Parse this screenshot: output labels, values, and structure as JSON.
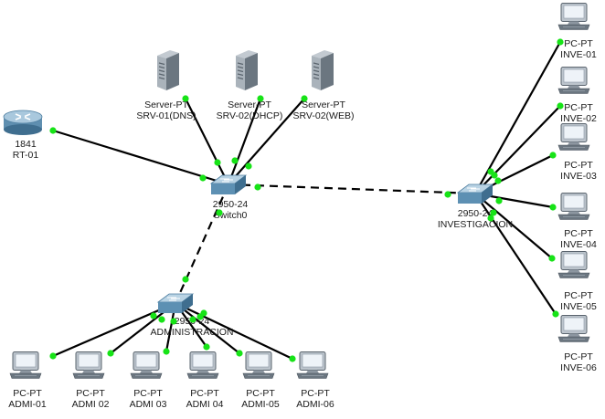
{
  "colors": {
    "link": "#000000",
    "port_up": "#17e317",
    "label": "#1a1a1a",
    "background": "#ffffff"
  },
  "nodes": {
    "rt01": {
      "icon": "router-icon",
      "model": "1841",
      "name": "RT-01"
    },
    "srv01": {
      "icon": "server-icon",
      "model": "Server-PT",
      "name": "SRV-01(DNS)"
    },
    "srv02a": {
      "icon": "server-icon",
      "model": "Server-PT",
      "name": "SRV-02(DHCP)"
    },
    "srv02b": {
      "icon": "server-icon",
      "model": "Server-PT",
      "name": "SRV-02(WEB)"
    },
    "sw0": {
      "icon": "switch-icon",
      "model": "2950-24",
      "name": "Switch0"
    },
    "swinv": {
      "icon": "switch-icon",
      "model": "2950-24",
      "name": "INVESTIGACION"
    },
    "swadm": {
      "icon": "switch-icon",
      "model": "2950-24",
      "name": "ADMINISTRACION"
    },
    "inv01": {
      "icon": "pc-icon",
      "model": "PC-PT",
      "name": "INVE-01"
    },
    "inv02": {
      "icon": "pc-icon",
      "model": "PC-PT",
      "name": "INVE-02"
    },
    "inv03": {
      "icon": "pc-icon",
      "model": "PC-PT",
      "name": "INVE-03"
    },
    "inv04": {
      "icon": "pc-icon",
      "model": "PC-PT",
      "name": "INVE-04"
    },
    "inv05": {
      "icon": "pc-icon",
      "model": "PC-PT",
      "name": "INVE-05"
    },
    "inv06": {
      "icon": "pc-icon",
      "model": "PC-PT",
      "name": "INVE-06"
    },
    "adm01": {
      "icon": "pc-icon",
      "model": "PC-PT",
      "name": "ADMI-01"
    },
    "adm02": {
      "icon": "pc-icon",
      "model": "PC-PT",
      "name": "ADMI 02"
    },
    "adm03": {
      "icon": "pc-icon",
      "model": "PC-PT",
      "name": "ADMI 03"
    },
    "adm04": {
      "icon": "pc-icon",
      "model": "PC-PT",
      "name": "ADMI 04"
    },
    "adm05": {
      "icon": "pc-icon",
      "model": "PC-PT",
      "name": "ADMI-05"
    },
    "adm06": {
      "icon": "pc-icon",
      "model": "PC-PT",
      "name": "ADMI-06"
    }
  },
  "links": [
    {
      "from": "rt01",
      "to": "sw0",
      "style": "solid"
    },
    {
      "from": "srv01",
      "to": "sw0",
      "style": "solid"
    },
    {
      "from": "srv02a",
      "to": "sw0",
      "style": "solid"
    },
    {
      "from": "srv02b",
      "to": "sw0",
      "style": "solid"
    },
    {
      "from": "sw0",
      "to": "swinv",
      "style": "dashed"
    },
    {
      "from": "sw0",
      "to": "swadm",
      "style": "dashed"
    },
    {
      "from": "swinv",
      "to": "inv01",
      "style": "solid"
    },
    {
      "from": "swinv",
      "to": "inv02",
      "style": "solid"
    },
    {
      "from": "swinv",
      "to": "inv03",
      "style": "solid"
    },
    {
      "from": "swinv",
      "to": "inv04",
      "style": "solid"
    },
    {
      "from": "swinv",
      "to": "inv05",
      "style": "solid"
    },
    {
      "from": "swinv",
      "to": "inv06",
      "style": "solid"
    },
    {
      "from": "swadm",
      "to": "adm01",
      "style": "solid"
    },
    {
      "from": "swadm",
      "to": "adm02",
      "style": "solid"
    },
    {
      "from": "swadm",
      "to": "adm03",
      "style": "solid"
    },
    {
      "from": "swadm",
      "to": "adm04",
      "style": "solid"
    },
    {
      "from": "swadm",
      "to": "adm05",
      "style": "solid"
    },
    {
      "from": "swadm",
      "to": "adm06",
      "style": "solid"
    }
  ]
}
